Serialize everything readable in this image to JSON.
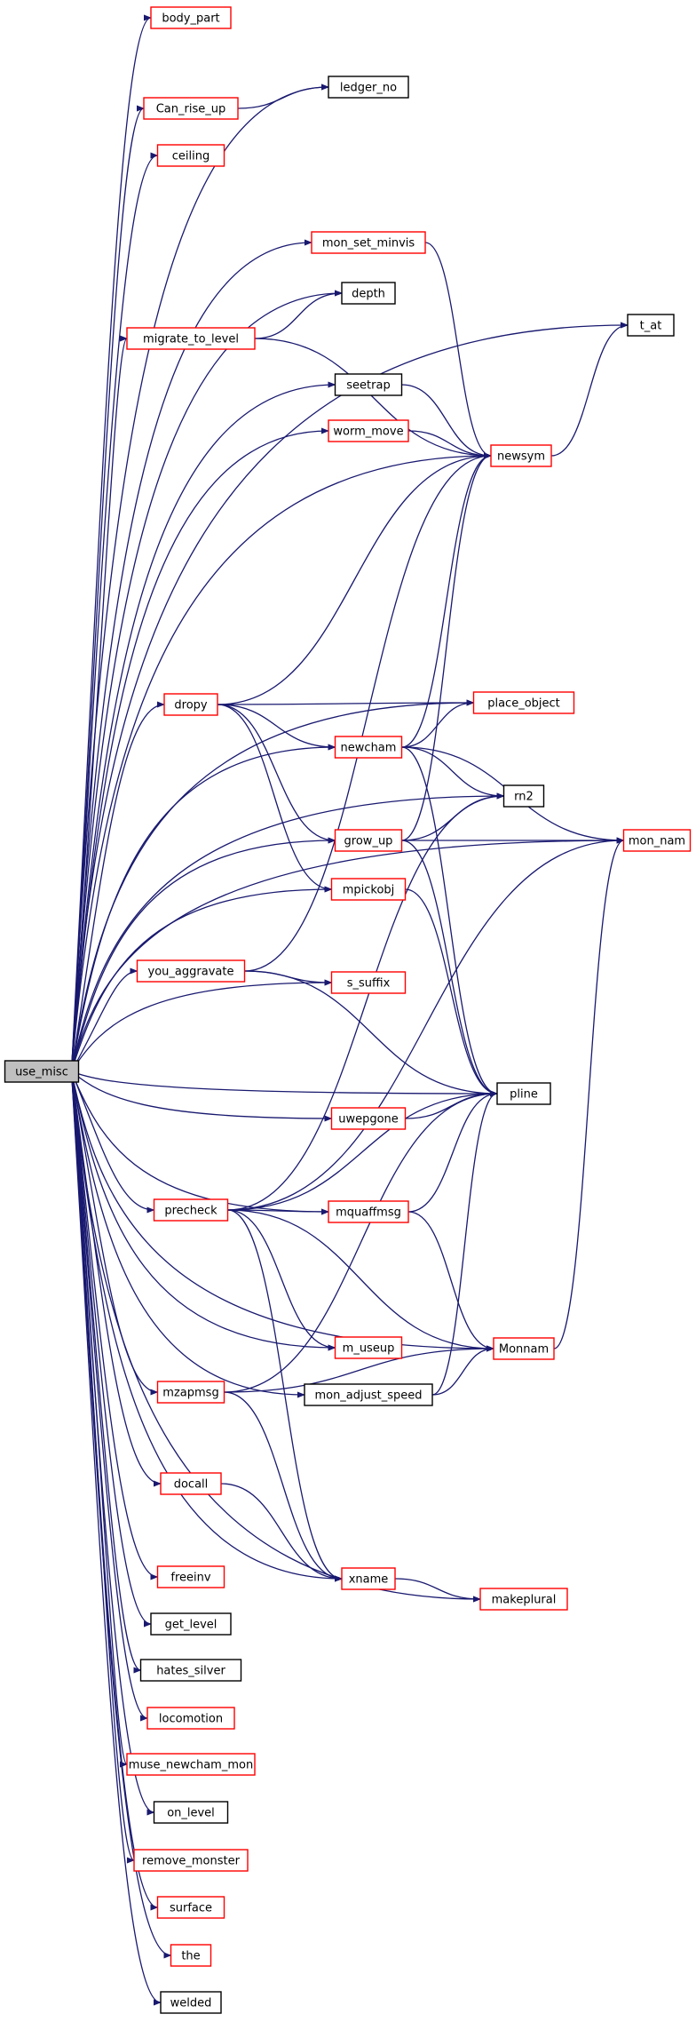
{
  "colors": {
    "edge": "#191970",
    "node_fill": "#ffffff",
    "node_fill_root": "#bfbfbf",
    "border_black": "#000000",
    "border_red": "#ff0000"
  },
  "graph": {
    "root": "use_misc",
    "nodes": [
      {
        "id": "use_misc",
        "label": "use_misc",
        "border": "black",
        "root": true
      },
      {
        "id": "body_part",
        "label": "body_part",
        "border": "red"
      },
      {
        "id": "ledger_no",
        "label": "ledger_no",
        "border": "black"
      },
      {
        "id": "Can_rise_up",
        "label": "Can_rise_up",
        "border": "red"
      },
      {
        "id": "ceiling",
        "label": "ceiling",
        "border": "red"
      },
      {
        "id": "mon_set_minvis",
        "label": "mon_set_minvis",
        "border": "red"
      },
      {
        "id": "t_at",
        "label": "t_at",
        "border": "black"
      },
      {
        "id": "depth",
        "label": "depth",
        "border": "black"
      },
      {
        "id": "migrate_to_level",
        "label": "migrate_to_level",
        "border": "red"
      },
      {
        "id": "seetrap",
        "label": "seetrap",
        "border": "black"
      },
      {
        "id": "worm_move",
        "label": "worm_move",
        "border": "red"
      },
      {
        "id": "newsym",
        "label": "newsym",
        "border": "red"
      },
      {
        "id": "dropy",
        "label": "dropy",
        "border": "red"
      },
      {
        "id": "place_object",
        "label": "place_object",
        "border": "red"
      },
      {
        "id": "newcham",
        "label": "newcham",
        "border": "red"
      },
      {
        "id": "rn2",
        "label": "rn2",
        "border": "black"
      },
      {
        "id": "grow_up",
        "label": "grow_up",
        "border": "red"
      },
      {
        "id": "mon_nam",
        "label": "mon_nam",
        "border": "red"
      },
      {
        "id": "mpickobj",
        "label": "mpickobj",
        "border": "red"
      },
      {
        "id": "you_aggravate",
        "label": "you_aggravate",
        "border": "red"
      },
      {
        "id": "s_suffix",
        "label": "s_suffix",
        "border": "red"
      },
      {
        "id": "pline",
        "label": "pline",
        "border": "black"
      },
      {
        "id": "uwepgone",
        "label": "uwepgone",
        "border": "red"
      },
      {
        "id": "precheck",
        "label": "precheck",
        "border": "red"
      },
      {
        "id": "mquaffmsg",
        "label": "mquaffmsg",
        "border": "red"
      },
      {
        "id": "m_useup",
        "label": "m_useup",
        "border": "red"
      },
      {
        "id": "Monnam",
        "label": "Monnam",
        "border": "red"
      },
      {
        "id": "mzapmsg",
        "label": "mzapmsg",
        "border": "red"
      },
      {
        "id": "mon_adjust_speed",
        "label": "mon_adjust_speed",
        "border": "black"
      },
      {
        "id": "docall",
        "label": "docall",
        "border": "red"
      },
      {
        "id": "xname",
        "label": "xname",
        "border": "red"
      },
      {
        "id": "makeplural",
        "label": "makeplural",
        "border": "red"
      },
      {
        "id": "freeinv",
        "label": "freeinv",
        "border": "red"
      },
      {
        "id": "get_level",
        "label": "get_level",
        "border": "black"
      },
      {
        "id": "hates_silver",
        "label": "hates_silver",
        "border": "black"
      },
      {
        "id": "locomotion",
        "label": "locomotion",
        "border": "red"
      },
      {
        "id": "muse_newcham_mon",
        "label": "muse_newcham_mon",
        "border": "red"
      },
      {
        "id": "on_level",
        "label": "on_level",
        "border": "black"
      },
      {
        "id": "remove_monster",
        "label": "remove_monster",
        "border": "red"
      },
      {
        "id": "surface",
        "label": "surface",
        "border": "red"
      },
      {
        "id": "the",
        "label": "the",
        "border": "red"
      },
      {
        "id": "welded",
        "label": "welded",
        "border": "black"
      }
    ],
    "edges": [
      [
        "use_misc",
        "body_part"
      ],
      [
        "use_misc",
        "ledger_no"
      ],
      [
        "use_misc",
        "Can_rise_up"
      ],
      [
        "use_misc",
        "ceiling"
      ],
      [
        "use_misc",
        "mon_set_minvis"
      ],
      [
        "use_misc",
        "t_at"
      ],
      [
        "use_misc",
        "depth"
      ],
      [
        "use_misc",
        "migrate_to_level"
      ],
      [
        "use_misc",
        "seetrap"
      ],
      [
        "use_misc",
        "worm_move"
      ],
      [
        "use_misc",
        "newsym"
      ],
      [
        "use_misc",
        "mon_nam"
      ],
      [
        "use_misc",
        "place_object"
      ],
      [
        "use_misc",
        "dropy"
      ],
      [
        "use_misc",
        "newcham"
      ],
      [
        "use_misc",
        "rn2"
      ],
      [
        "use_misc",
        "grow_up"
      ],
      [
        "use_misc",
        "mpickobj"
      ],
      [
        "use_misc",
        "you_aggravate"
      ],
      [
        "use_misc",
        "s_suffix"
      ],
      [
        "use_misc",
        "pline"
      ],
      [
        "use_misc",
        "uwepgone"
      ],
      [
        "use_misc",
        "mquaffmsg"
      ],
      [
        "use_misc",
        "precheck"
      ],
      [
        "use_misc",
        "m_useup"
      ],
      [
        "use_misc",
        "Monnam"
      ],
      [
        "use_misc",
        "mon_adjust_speed"
      ],
      [
        "use_misc",
        "mzapmsg"
      ],
      [
        "use_misc",
        "docall"
      ],
      [
        "use_misc",
        "xname"
      ],
      [
        "use_misc",
        "makeplural"
      ],
      [
        "use_misc",
        "freeinv"
      ],
      [
        "use_misc",
        "get_level"
      ],
      [
        "use_misc",
        "hates_silver"
      ],
      [
        "use_misc",
        "locomotion"
      ],
      [
        "use_misc",
        "muse_newcham_mon"
      ],
      [
        "use_misc",
        "on_level"
      ],
      [
        "use_misc",
        "remove_monster"
      ],
      [
        "use_misc",
        "surface"
      ],
      [
        "use_misc",
        "the"
      ],
      [
        "use_misc",
        "welded"
      ],
      [
        "Can_rise_up",
        "ledger_no"
      ],
      [
        "mon_set_minvis",
        "newsym"
      ],
      [
        "migrate_to_level",
        "depth"
      ],
      [
        "migrate_to_level",
        "newsym"
      ],
      [
        "seetrap",
        "newsym"
      ],
      [
        "worm_move",
        "newsym"
      ],
      [
        "newsym",
        "t_at"
      ],
      [
        "dropy",
        "newsym"
      ],
      [
        "dropy",
        "place_object"
      ],
      [
        "dropy",
        "newcham"
      ],
      [
        "dropy",
        "grow_up"
      ],
      [
        "dropy",
        "mpickobj"
      ],
      [
        "newcham",
        "newsym"
      ],
      [
        "newcham",
        "place_object"
      ],
      [
        "newcham",
        "rn2"
      ],
      [
        "newcham",
        "mon_nam"
      ],
      [
        "newcham",
        "pline"
      ],
      [
        "grow_up",
        "newsym"
      ],
      [
        "grow_up",
        "rn2"
      ],
      [
        "grow_up",
        "mon_nam"
      ],
      [
        "grow_up",
        "pline"
      ],
      [
        "mpickobj",
        "pline"
      ],
      [
        "you_aggravate",
        "newsym"
      ],
      [
        "you_aggravate",
        "s_suffix"
      ],
      [
        "you_aggravate",
        "pline"
      ],
      [
        "uwepgone",
        "pline"
      ],
      [
        "precheck",
        "rn2"
      ],
      [
        "precheck",
        "pline"
      ],
      [
        "precheck",
        "mquaffmsg"
      ],
      [
        "precheck",
        "mon_nam"
      ],
      [
        "precheck",
        "m_useup"
      ],
      [
        "precheck",
        "Monnam"
      ],
      [
        "precheck",
        "xname"
      ],
      [
        "mquaffmsg",
        "pline"
      ],
      [
        "mquaffmsg",
        "Monnam"
      ],
      [
        "mon_adjust_speed",
        "pline"
      ],
      [
        "mon_adjust_speed",
        "Monnam"
      ],
      [
        "Monnam",
        "mon_nam"
      ],
      [
        "mzapmsg",
        "pline"
      ],
      [
        "mzapmsg",
        "Monnam"
      ],
      [
        "mzapmsg",
        "xname"
      ],
      [
        "docall",
        "xname"
      ],
      [
        "xname",
        "makeplural"
      ]
    ]
  }
}
